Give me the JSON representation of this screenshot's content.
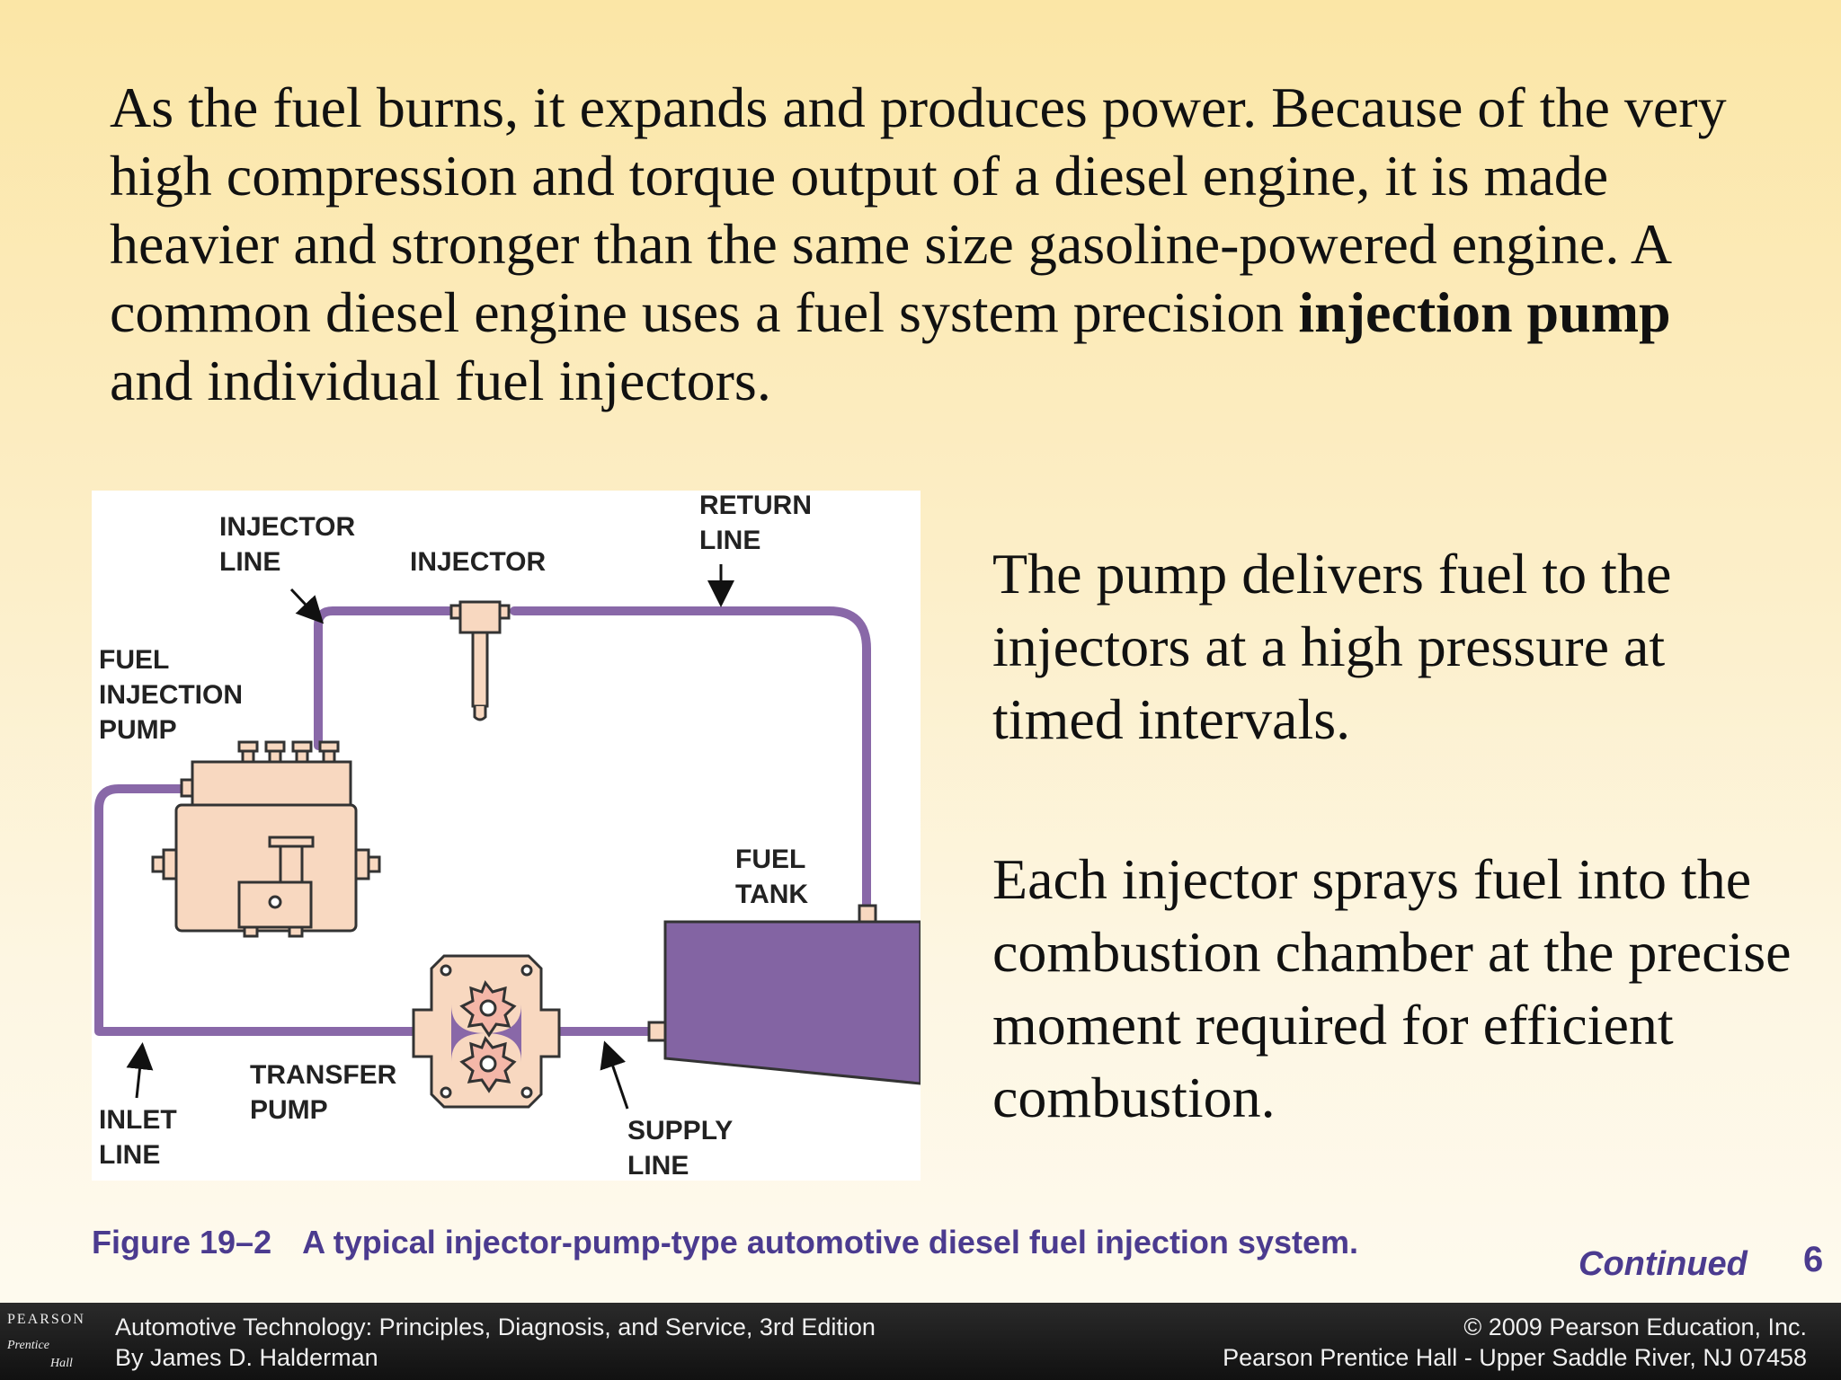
{
  "intro": {
    "text_before": "As the fuel burns, it expands and produces power. Because of the very high compression and torque output of a diesel engine, it is made heavier and stronger than the same size gasoline-powered engine. A common diesel engine uses a fuel system precision",
    "bold_term": "injection pump",
    "text_after": "and individual fuel injectors."
  },
  "diagram": {
    "labels": {
      "injector_line": [
        "INJECTOR",
        "LINE"
      ],
      "injector": "INJECTOR",
      "return_line": [
        "RETURN",
        "LINE"
      ],
      "fuel_injection_pump": [
        "FUEL",
        "INJECTION",
        "PUMP"
      ],
      "fuel_tank": [
        "FUEL",
        "TANK"
      ],
      "transfer_pump": [
        "TRANSFER",
        "PUMP"
      ],
      "inlet_line": [
        "INLET",
        "LINE"
      ],
      "supply_line": [
        "SUPPLY",
        "LINE"
      ]
    },
    "colors": {
      "fuel_line": "#8968a8",
      "tank": "#8364a3",
      "component_fill": "#f8d8c0",
      "outline": "#333333"
    }
  },
  "side_text": {
    "para1": "The pump delivers fuel to the injectors at a high pressure at timed intervals.",
    "para2": "Each injector sprays fuel into the combustion chamber at the precise moment required for efficient combustion."
  },
  "caption": {
    "number": "Figure 19–2",
    "text": "A typical injector-pump-type automotive diesel fuel injection system."
  },
  "continued": "Continued",
  "page_number": "6",
  "footer": {
    "logo": {
      "line1": "PEARSON",
      "line2": "Prentice",
      "line3": "Hall"
    },
    "book_title": "Automotive Technology: Principles, Diagnosis, and Service, 3rd Edition",
    "author": "By James D. Halderman",
    "copyright": "© 2009 Pearson Education, Inc.",
    "publisher": "Pearson Prentice Hall - Upper Saddle River, NJ 07458"
  }
}
